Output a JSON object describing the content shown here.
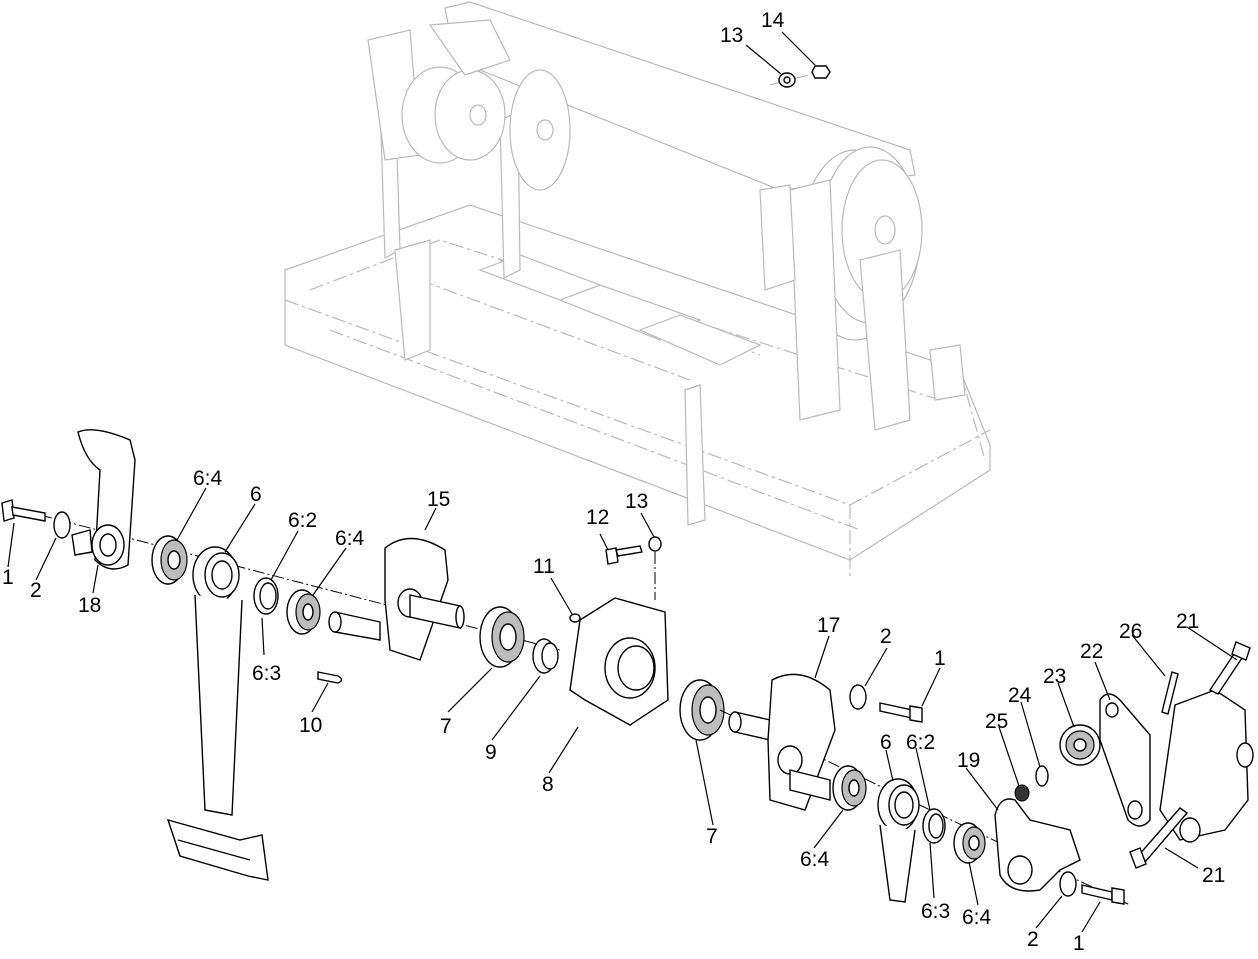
{
  "callouts": [
    {
      "id": "c13_top",
      "text": "13"
    },
    {
      "id": "c14_top",
      "text": "14"
    },
    {
      "id": "c6_4_a",
      "text": "6:4"
    },
    {
      "id": "c6_a",
      "text": "6"
    },
    {
      "id": "c6_2_a",
      "text": "6:2"
    },
    {
      "id": "c6_4_b",
      "text": "6:4"
    },
    {
      "id": "c15",
      "text": "15"
    },
    {
      "id": "c12",
      "text": "12"
    },
    {
      "id": "c13_mid",
      "text": "13"
    },
    {
      "id": "c1_left",
      "text": "1"
    },
    {
      "id": "c2_left",
      "text": "2"
    },
    {
      "id": "c18",
      "text": "18"
    },
    {
      "id": "c6_3_a",
      "text": "6:3"
    },
    {
      "id": "c11",
      "text": "11"
    },
    {
      "id": "c10",
      "text": "10"
    },
    {
      "id": "c7_a",
      "text": "7"
    },
    {
      "id": "c9",
      "text": "9"
    },
    {
      "id": "c8",
      "text": "8"
    },
    {
      "id": "c17",
      "text": "17"
    },
    {
      "id": "c2_mid",
      "text": "2"
    },
    {
      "id": "c1_mid",
      "text": "1"
    },
    {
      "id": "c21_top",
      "text": "21"
    },
    {
      "id": "c26",
      "text": "26"
    },
    {
      "id": "c22",
      "text": "22"
    },
    {
      "id": "c23",
      "text": "23"
    },
    {
      "id": "c24",
      "text": "24"
    },
    {
      "id": "c25",
      "text": "25"
    },
    {
      "id": "c6_b",
      "text": "6"
    },
    {
      "id": "c6_2_b",
      "text": "6:2"
    },
    {
      "id": "c19",
      "text": "19"
    },
    {
      "id": "c7_b",
      "text": "7"
    },
    {
      "id": "c6_4_c",
      "text": "6:4"
    },
    {
      "id": "c6_3_b",
      "text": "6:3"
    },
    {
      "id": "c6_4_d",
      "text": "6:4"
    },
    {
      "id": "c21_bot",
      "text": "21"
    },
    {
      "id": "c2_bot",
      "text": "2"
    },
    {
      "id": "c1_bot",
      "text": "1"
    }
  ]
}
